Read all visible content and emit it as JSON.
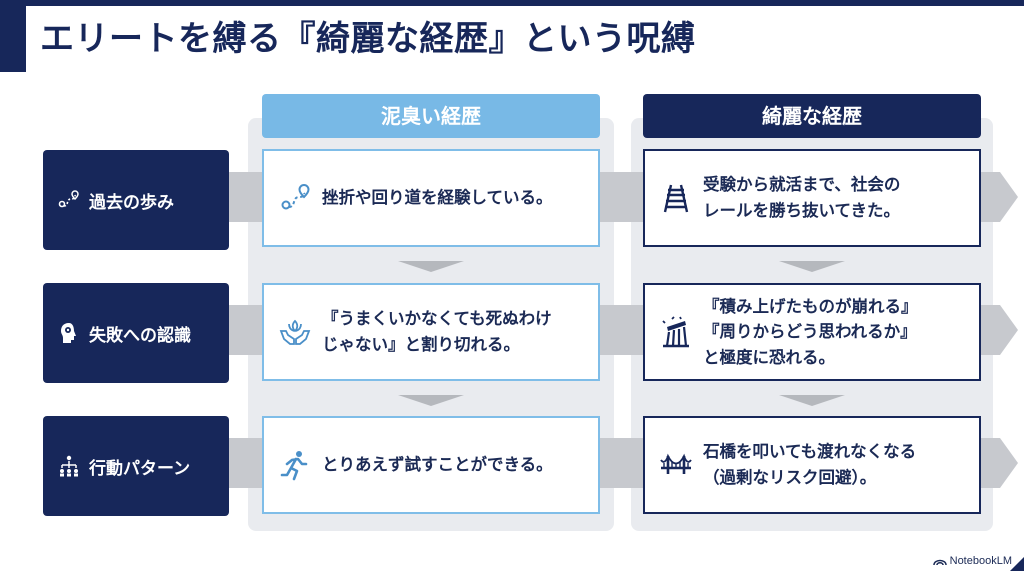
{
  "title": "エリートを縛る『綺麗な経歴』という呪縛",
  "columns": {
    "left": "泥臭い経歴",
    "right": "綺麗な経歴"
  },
  "rows": [
    {
      "label": "過去の歩み",
      "icon": "route-icon",
      "left_icon": "route-icon",
      "left": [
        "挫折や回り道を経験している。"
      ],
      "right_icon": "railway-track-icon",
      "right": [
        "受験から就活まで、社会の",
        "レールを勝ち抜いてきた。"
      ]
    },
    {
      "label": "失敗への認識",
      "icon": "head-gears-icon",
      "left_icon": "hands-plant-icon",
      "left": [
        "『うまくいかなくても死ぬわけ",
        "じゃない』と割り切れる。"
      ],
      "right_icon": "collapsing-building-icon",
      "right": [
        "『積み上げたものが崩れる』",
        "『周りからどう思われるか』",
        "と極度に恐れる。"
      ]
    },
    {
      "label": "行動パターン",
      "icon": "team-structure-icon",
      "left_icon": "running-person-icon",
      "left": [
        "とりあえず試すことができる。"
      ],
      "right_icon": "bridge-icon",
      "right": [
        "石橋を叩いても渡れなくなる",
        "（過剰なリスク回避）。"
      ]
    }
  ],
  "brand": "NotebookLM",
  "colors": {
    "navy": "#17275a",
    "light_blue": "#78b9e6",
    "band_gray": "#c7c9ce",
    "column_bg": "#e9ebef"
  }
}
